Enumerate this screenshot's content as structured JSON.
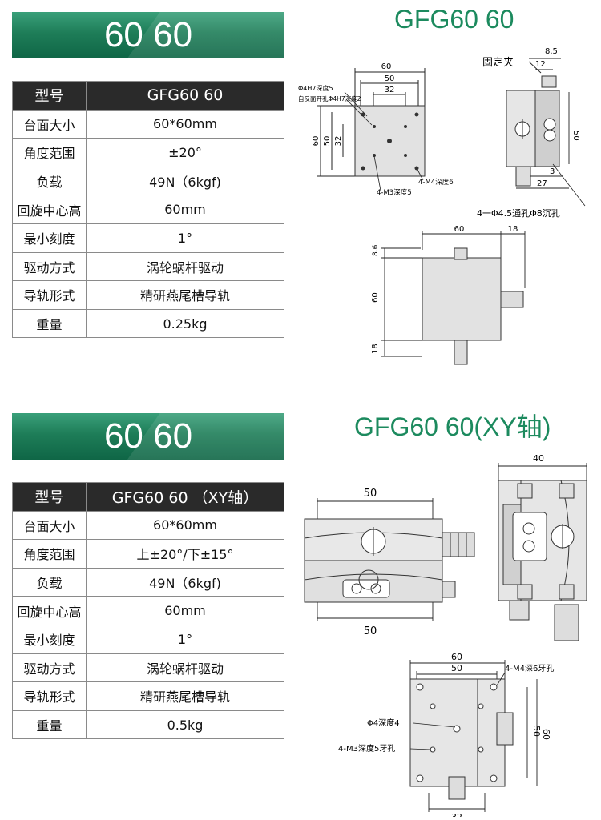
{
  "section1": {
    "banner": "60 60",
    "model_title": "GFG60 60",
    "table": {
      "header": [
        "型号",
        "GFG60 60"
      ],
      "rows": [
        [
          "台面大小",
          "60*60mm"
        ],
        [
          "角度范围",
          "±20°"
        ],
        [
          "负载",
          "49N（6kgf)"
        ],
        [
          "回旋中心高",
          "60mm"
        ],
        [
          "最小刻度",
          "1°"
        ],
        [
          "驱动方式",
          "涡轮蜗杆驱动"
        ],
        [
          "导轨形式",
          "精研燕尾槽导轨"
        ],
        [
          "重量",
          "0.25kg"
        ]
      ]
    },
    "drawing_labels": {
      "top_60": "60",
      "top_50": "50",
      "top_32": "32",
      "left_60": "60",
      "left_50": "50",
      "left_32": "32",
      "note_hole": "Φ4H7深度5",
      "note_back": "自反面开孔Φ4H7深度2",
      "note_m4": "4-M4深度6",
      "note_m3": "4-M3深度5",
      "fix_clip": "固定夹",
      "side_85": "8.5",
      "side_12": "12",
      "side_50": "50",
      "side_3": "3",
      "side_27": "27",
      "side_note": "4一Φ4.5通孔Φ8沉孔",
      "front_60": "60",
      "front_18": "18",
      "front_86": "8.6",
      "front_60v": "60",
      "front_18v": "18"
    }
  },
  "section2": {
    "banner": "60 60",
    "model_title": "GFG60 60(XY轴)",
    "table": {
      "header": [
        "型号",
        "GFG60 60 （XY轴）"
      ],
      "rows": [
        [
          "台面大小",
          "60*60mm"
        ],
        [
          "角度范围",
          "上±20°/下±15°"
        ],
        [
          "负载",
          "49N（6kgf)"
        ],
        [
          "回旋中心高",
          "60mm"
        ],
        [
          "最小刻度",
          "1°"
        ],
        [
          "驱动方式",
          "涡轮蜗杆驱动"
        ],
        [
          "导轨形式",
          "精研燕尾槽导轨"
        ],
        [
          "重量",
          "0.5kg"
        ]
      ]
    },
    "drawing_labels": {
      "front_50_top": "50",
      "front_50_bot": "50",
      "side_40": "40",
      "plan_60": "60",
      "plan_50": "50",
      "plan_32": "32",
      "plan_60v": "60",
      "plan_50v": "50",
      "note_m4": "4-M4深6牙孔",
      "note_hole": "Φ4深度4",
      "note_m3": "4-M3深度5牙孔"
    }
  },
  "colors": {
    "banner_green": "#1e7d58",
    "title_green": "#1c8a5e",
    "table_header_bg": "#2a2a2a"
  }
}
